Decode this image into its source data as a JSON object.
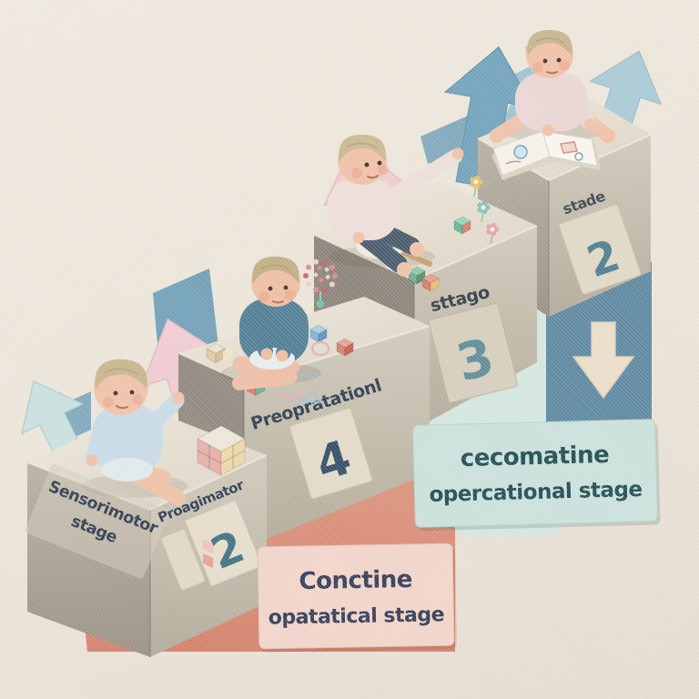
{
  "blocks": [
    {
      "side_label_line1": "Sensorimotor",
      "side_label_line2": "stage",
      "front_label": "Proagimator",
      "number": "2"
    },
    {
      "front_label": "Preopratationl",
      "number": "4"
    },
    {
      "front_label": "sttago",
      "number": "3"
    },
    {
      "front_label": "stade",
      "number": "2"
    }
  ],
  "pink_card": {
    "line1": "Conctine",
    "line2": "opatatical stage"
  },
  "blue_card": {
    "line1": "cecomatine",
    "line2": "opercational stage"
  },
  "palette": {
    "background": "#EDE6DA",
    "concrete_top": "#E8E1D3",
    "concrete_light": "#C6BFB0",
    "concrete_dark": "#9A948A",
    "salmon_floor": "#D98C77",
    "pink_card_bg": "#F4D6CC",
    "blue_panel": "#5C88A2",
    "blue_card_bg": "#CCE3DE",
    "mint_floor": "#D6E8E3",
    "pink_arrow": "#F2CDD3",
    "blue_arrow": "#6FA3BD",
    "pale_arrow": "#CBE2E1",
    "cream_arrow": "#EDE0CC",
    "label_text": "#2C3A4E",
    "card_text_navy": "#303A54",
    "card_text_teal": "#1C4A50",
    "number_teal": "#3E7083"
  }
}
